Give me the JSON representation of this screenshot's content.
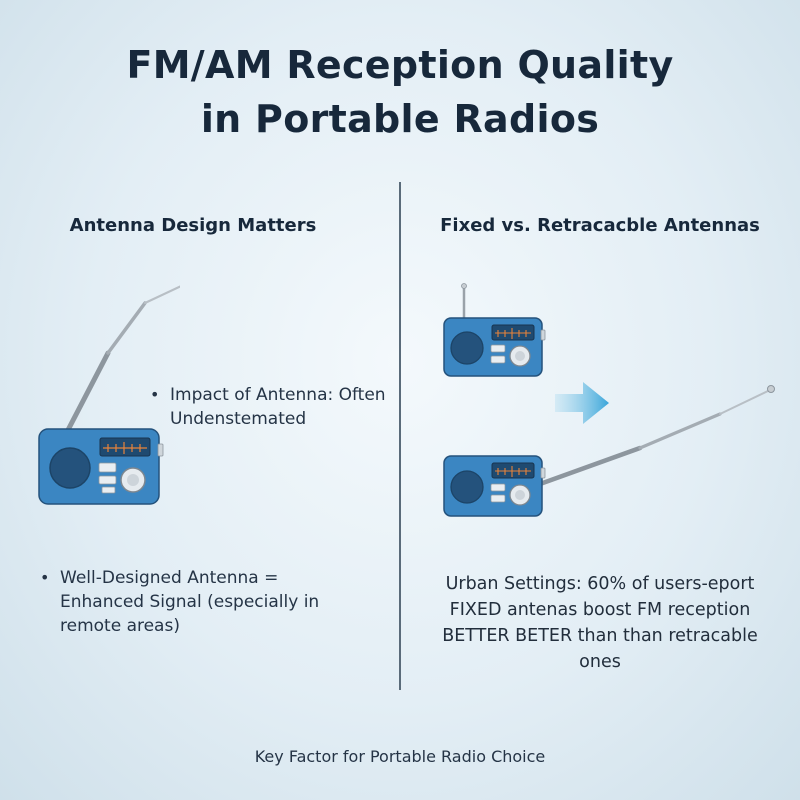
{
  "title": {
    "line1": "FM/AM Reception Quality",
    "line2": "in Portable Radios"
  },
  "left": {
    "heading": "Antenna Design Matters",
    "bullets": [
      "Impact of Antenna: Often Undenstemated",
      "Well-Designed Antenna = Enhanced Signal (especially in remote areas)"
    ]
  },
  "right": {
    "heading": "Fixed vs. Retracacble Antennas",
    "urban_text": "Urban Settings: 60% of users-eport FIXED antenas boost FM reception BETTER BETER than than retracable ones"
  },
  "footer": "Key Factor for Portable Radio Choice",
  "colors": {
    "radio_body": "#3b86c2",
    "radio_dark": "#24527c",
    "arrow": "#3aa6da",
    "divider": "#5a6b7a"
  },
  "icons": [
    "radio-icon",
    "telescopic-antenna-icon",
    "arrow-right-icon"
  ]
}
